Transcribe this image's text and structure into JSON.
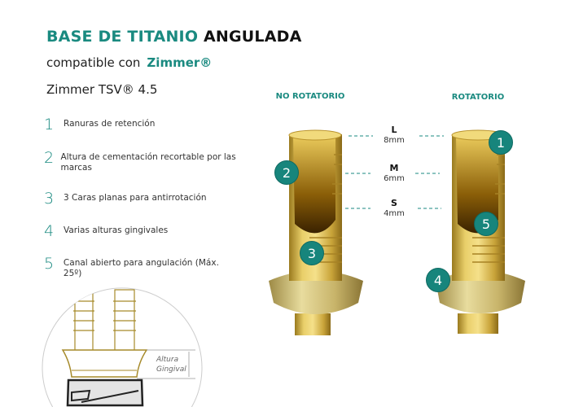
{
  "header": {
    "title_part1": "BASE DE TITANIO",
    "title_part2": "ANGULADA",
    "compat_label": "compatible con",
    "brand": "Zimmer®",
    "model": "Zimmer TSV® 4.5"
  },
  "features": [
    {
      "num": "1",
      "text": "Ranuras de retención"
    },
    {
      "num": "2",
      "text": "Altura de cementación recortable por las marcas"
    },
    {
      "num": "3",
      "text": "3 Caras planas para antirrotación"
    },
    {
      "num": "4",
      "text": "Varias alturas gingivales"
    },
    {
      "num": "5",
      "text": "Canal abierto para angulación (Máx. 25º)"
    }
  ],
  "variants": {
    "left": "NO ROTATORIO",
    "right": "ROTATORIO"
  },
  "sizes": [
    {
      "letter": "L",
      "value": "8mm"
    },
    {
      "letter": "M",
      "value": "6mm"
    },
    {
      "letter": "S",
      "value": "4mm"
    }
  ],
  "badges": [
    "1",
    "2",
    "3",
    "4",
    "5"
  ],
  "detail": {
    "label_line1": "Altura",
    "label_line2": "Gingival"
  },
  "colors": {
    "teal": "#1a8a80",
    "gold": "#d4b24a"
  }
}
